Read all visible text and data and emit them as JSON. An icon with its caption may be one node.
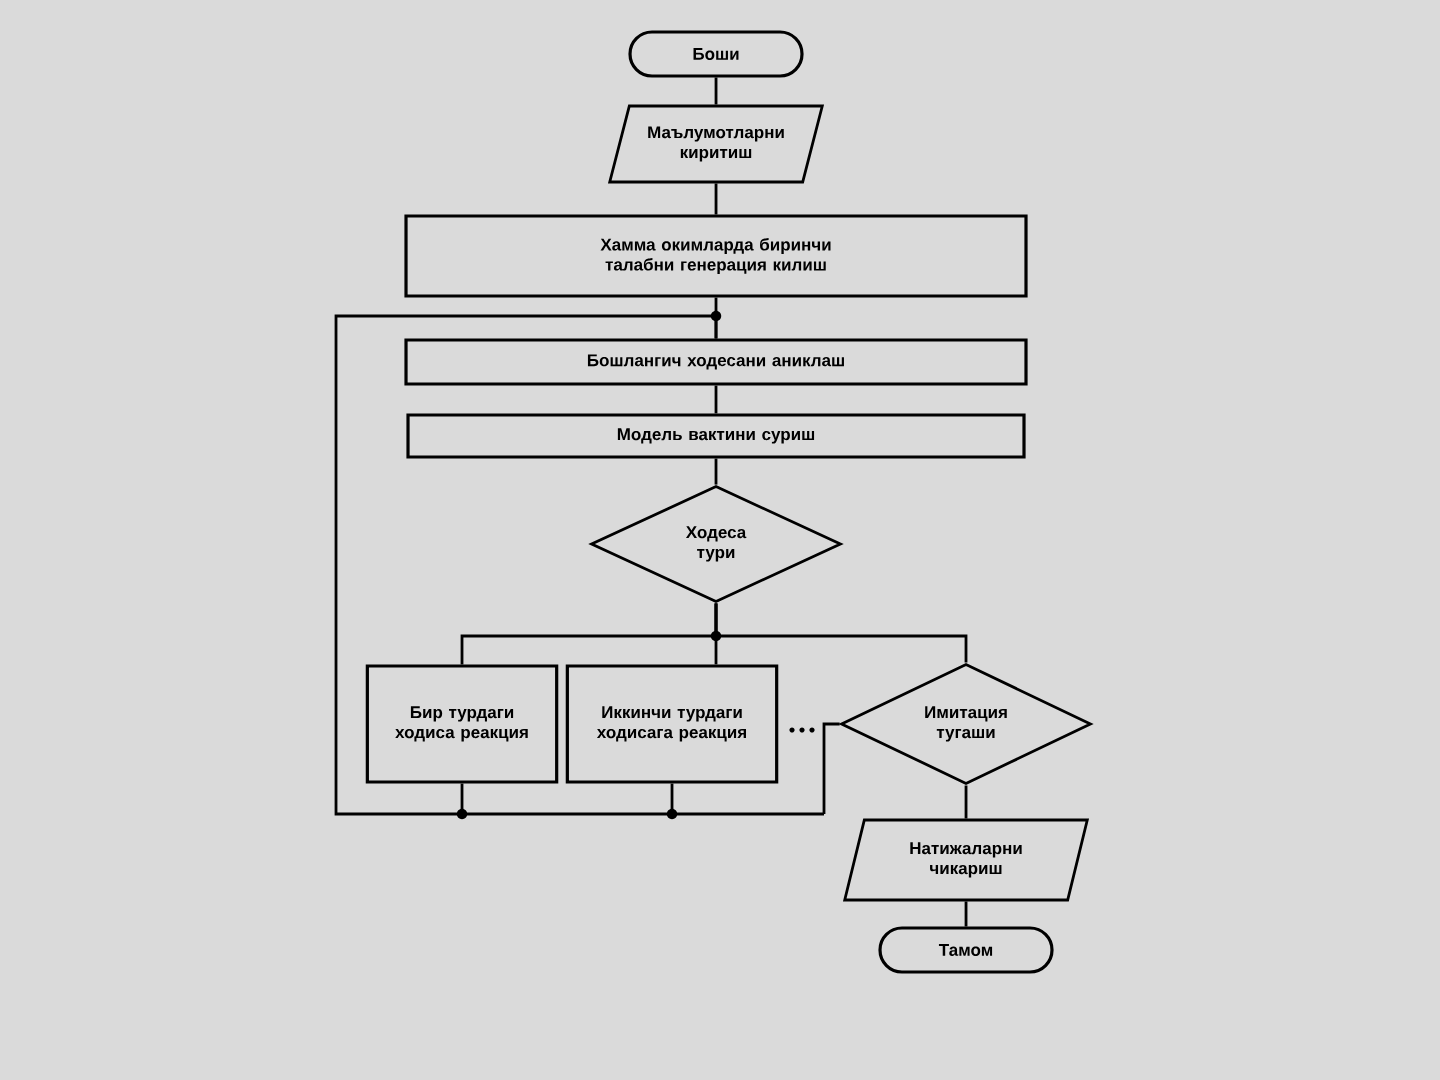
{
  "diagram": {
    "nodes": [
      {
        "text": [
          "Боши"
        ]
      },
      {
        "text": [
          "Маълумотларни киритиш"
        ]
      },
      {
        "text": [
          "Хамма окимларда биринчи талабни генерация килиш"
        ]
      },
      {
        "text": [
          "Бошлангич ходесани аниклаш"
        ]
      },
      {
        "text": [
          "Модель вактини суриш"
        ]
      },
      {
        "text": [
          "Ходеса тури"
        ]
      },
      {
        "text": [
          "Бир турдаги ходиса реакция"
        ]
      },
      {
        "text": [
          "Иккинчи турдаги ходисага реакция"
        ]
      },
      {
        "text": [
          "Имитация тугаши"
        ]
      },
      {
        "text": [
          "Натижаларни чикариш"
        ]
      },
      {
        "text": [
          "Тамом"
        ]
      }
    ],
    "edges": [
      {
        "from": 0,
        "to": 1,
        "arrow": "none"
      },
      {
        "from": 1,
        "to": 2,
        "arrow": "none"
      },
      {
        "from": 2,
        "to": 3,
        "arrow": "none"
      },
      {
        "from": 3,
        "to": 4,
        "arrow": "none"
      },
      {
        "from": 4,
        "to": 5,
        "arrow": "none"
      },
      {
        "from": 5,
        "to": 6,
        "arrow": "none"
      },
      {
        "from": 5,
        "to": 7,
        "arrow": "none"
      },
      {
        "from": 5,
        "to": 8,
        "arrow": "none"
      },
      {
        "from": 6,
        "to": 3,
        "arrow": "none"
      },
      {
        "from": 7,
        "to": 3,
        "arrow": "none"
      },
      {
        "from": 8,
        "to": 3,
        "arrow": "none"
      },
      {
        "from": 8,
        "to": 9,
        "arrow": "none"
      },
      {
        "from": 9,
        "to": 10,
        "arrow": "none"
      }
    ]
  }
}
